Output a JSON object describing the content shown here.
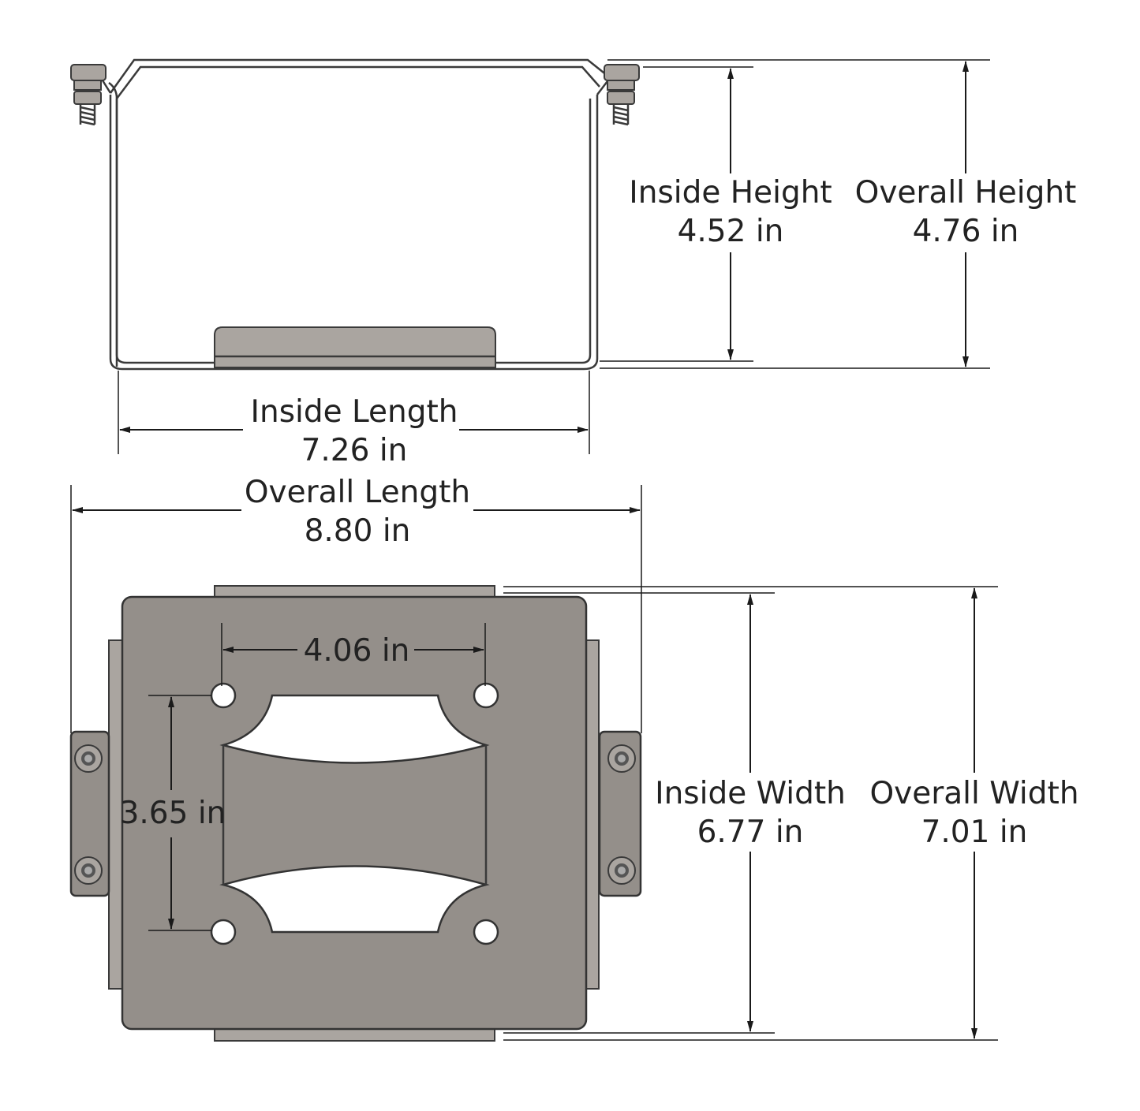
{
  "side_view": {
    "inside_height": {
      "label": "Inside Height",
      "value": "4.52 in"
    },
    "overall_height": {
      "label": "Overall Height",
      "value": "4.76 in"
    },
    "inside_length": {
      "label": "Inside Length",
      "value": "7.26 in"
    }
  },
  "overall_length": {
    "label": "Overall Length",
    "value": "8.80 in"
  },
  "top_view": {
    "hole_spacing_x": {
      "value": "4.06 in"
    },
    "hole_spacing_y": {
      "value": "3.65 in"
    },
    "inside_width": {
      "label": "Inside Width",
      "value": "6.77 in"
    },
    "overall_width": {
      "label": "Overall Width",
      "value": "7.01 in"
    }
  },
  "colors": {
    "metal": "#948f8a",
    "metal_light": "#aaa5a0",
    "line": "#1a1a1a"
  }
}
